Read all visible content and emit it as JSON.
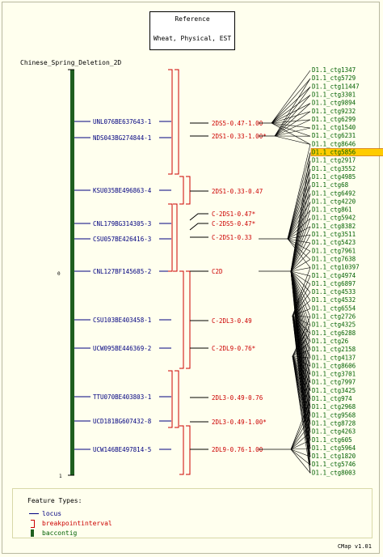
{
  "reference": {
    "line1": "Reference",
    "line2": "Wheat, Physical, EST"
  },
  "map": {
    "title": "Chinese_Spring_Deletion_2D",
    "scale_start": "0",
    "scale_end": "1"
  },
  "loci": [
    "UNL076BE637643-1",
    "NDS043BG274844-1",
    "KSU035BE496863-4",
    "CNL179BG314305-3",
    "CSU057BE426416-3",
    "CNL127BF145685-2",
    "CSU103BE403458-1",
    "UCW095BE446369-2",
    "TTU070BE403803-1",
    "UCD181BG607432-8",
    "UCW146BE497814-5"
  ],
  "intervals": [
    "2DS5-0.47-1.00",
    "2DS1-0.33-1.00*",
    "2DS1-0.33-0.47",
    "C-2DS1-0.47*",
    "C-2DS5-0.47*",
    "C-2DS1-0.33",
    "C2D",
    "C-2DL3-0.49",
    "C-2DL9-0.76*",
    "2DL3-0.49-0.76",
    "2DL3-0.49-1.00*",
    "2DL9-0.76-1.00"
  ],
  "contigs": [
    "D1.1_ctg1347",
    "D1.1_ctg5729",
    "D1.1_ctg11447",
    "D1.1_ctg3301",
    "D1.1_ctg9894",
    "D1.1_ctg9232",
    "D1.1_ctg6299",
    "D1.1_ctg1540",
    "D1.1_ctg6231",
    "D1.1_ctg8646",
    "D1.1_ctg5856",
    "D1.1_ctg2917",
    "D1.1_ctg3552",
    "D1.1_ctg4985",
    "D1.1_ctg68",
    "D1.1_ctg6492",
    "D1.1_ctg4220",
    "D1.1_ctg861",
    "D1.1_ctg5942",
    "D1.1_ctg8382",
    "D1.1_ctg3511",
    "D1.1_ctg5423",
    "D1.1_ctg7961",
    "D1.1_ctg7638",
    "D1.1_ctg10397",
    "D1.1_ctg4974",
    "D1.1_ctg6897",
    "D1.1_ctg4533",
    "D1.1_ctg4532",
    "D1.1_ctg6554",
    "D1.1_ctg2726",
    "D1.1_ctg4325",
    "D1.1_ctg6288",
    "D1.1_ctg26",
    "D1.1_ctg2158",
    "D1.1_ctg4137",
    "D1.1_ctg8606",
    "D1.1_ctg3701",
    "D1.1_ctg7997",
    "D1.1_ctg3425",
    "D1.1_ctg974",
    "D1.1_ctg2968",
    "D1.1_ctg9568",
    "D1.1_ctg8728",
    "D1.1_ctg4263",
    "D1.1_ctg605",
    "D1.1_ctg5964",
    "D1.1_ctg1820",
    "D1.1_ctg5746",
    "D1.1_ctg8003"
  ],
  "highlighted_contig": "D1.1_ctg5856",
  "colors": {
    "locus": "#000080",
    "interval": "#cc0000",
    "contig": "#006000",
    "highlight": "#ffcc00",
    "bar": "#1f5f1f"
  },
  "legend": {
    "title": "Feature Types:",
    "items": [
      "locus",
      "breakpointinterval",
      "baccontig"
    ]
  },
  "version": "CMap v1.01"
}
